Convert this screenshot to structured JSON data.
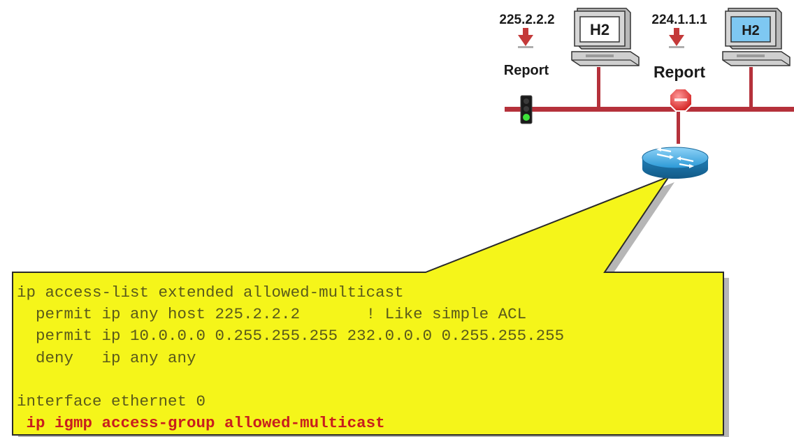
{
  "colors": {
    "lan_bus": "#b5313b",
    "callout_fill": "#f5f51a",
    "callout_stroke": "#2a2a2a",
    "code_text": "#5a5a1a",
    "highlight_text": "#c81e1e",
    "report_arrow": "#c43a3a",
    "router": "#2a98d6",
    "host_screen_left": "#ffffff",
    "host_screen_right": "#7ec8f2"
  },
  "hosts": [
    {
      "group": "225.2.2.2",
      "label": "H2",
      "message": "Report",
      "icon": "desktop-computer-icon"
    },
    {
      "group": "224.1.1.1",
      "label": "H2",
      "message": "Report",
      "icon": "desktop-computer-icon"
    }
  ],
  "icons": {
    "permit": "traffic-light-green-icon",
    "deny": "stop-sign-icon",
    "router": "router-icon",
    "report_arrow": "down-arrow-icon"
  },
  "config": {
    "lines": [
      {
        "text": "ip access-list extended allowed-multicast",
        "highlight": false
      },
      {
        "text": "  permit ip any host 225.2.2.2       ! Like simple ACL",
        "highlight": false
      },
      {
        "text": "  permit ip 10.0.0.0 0.255.255.255 232.0.0.0 0.255.255.255",
        "highlight": false
      },
      {
        "text": "  deny   ip any any",
        "highlight": false
      },
      {
        "text": "",
        "highlight": false
      },
      {
        "text": "interface ethernet 0",
        "highlight": false
      },
      {
        "text": " ip igmp access-group allowed-multicast",
        "highlight": true
      }
    ]
  }
}
